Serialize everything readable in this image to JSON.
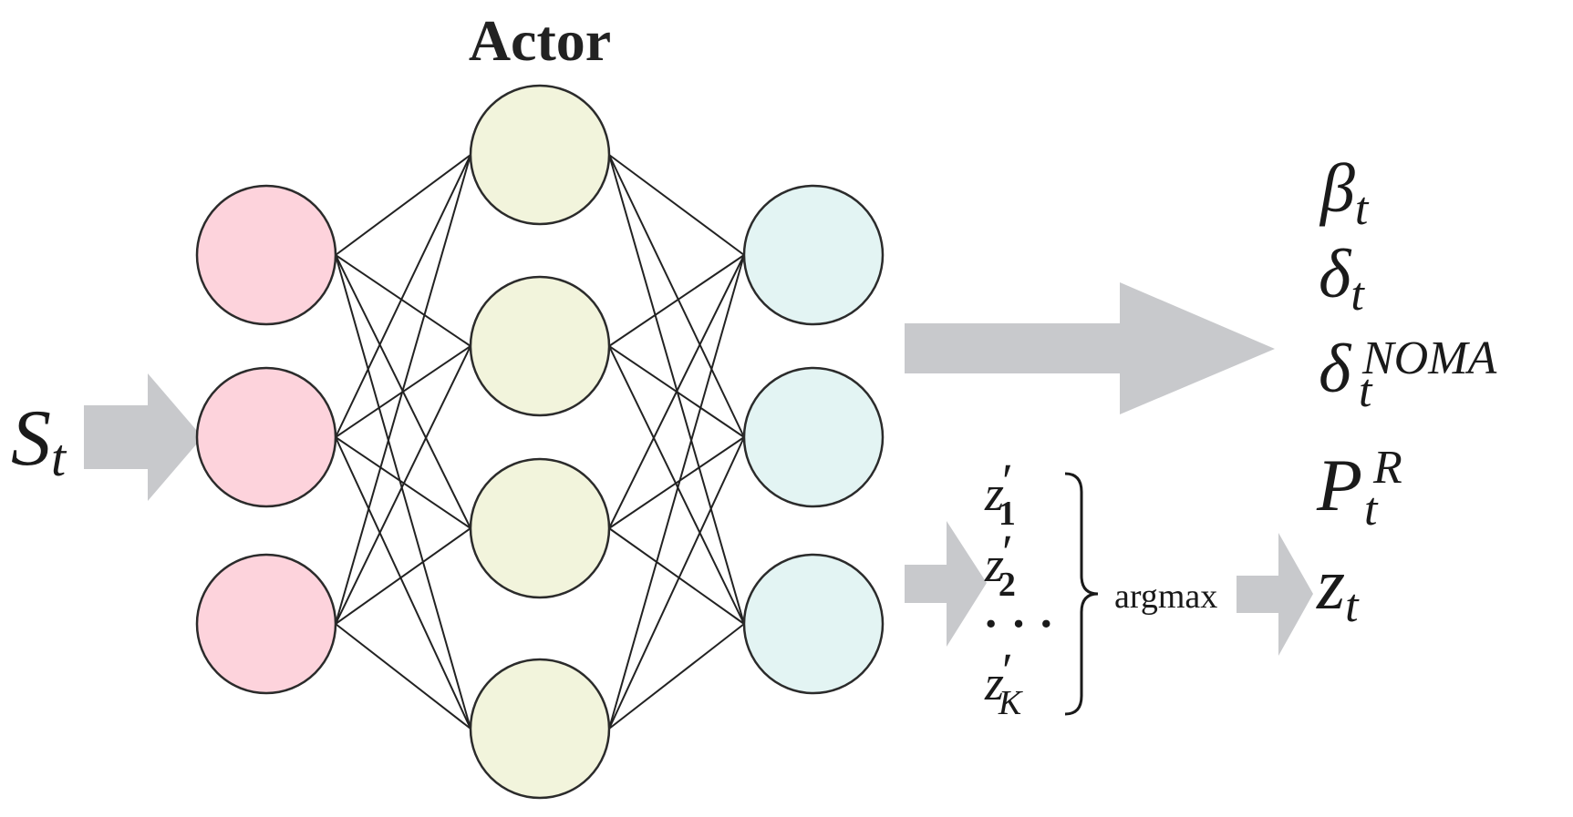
{
  "title": "Actor",
  "input_label": {
    "base": "S",
    "sub": "t"
  },
  "layers": [
    {
      "name": "input",
      "nodes": 3,
      "color": "#fdd3dc"
    },
    {
      "name": "hidden",
      "nodes": 4,
      "color": "#f2f4dc"
    },
    {
      "name": "output",
      "nodes": 3,
      "color": "#e3f4f3"
    }
  ],
  "outputs": [
    {
      "base": "β",
      "sub": "t",
      "sup": ""
    },
    {
      "base": "δ",
      "sub": "t",
      "sup": ""
    },
    {
      "base": "δ",
      "sub": "t",
      "sup": "NOMA"
    },
    {
      "base": "P",
      "sub": "t",
      "sup": "R"
    }
  ],
  "z_list": [
    {
      "base": "z",
      "prime": "′",
      "sub": "1"
    },
    {
      "base": "z",
      "prime": "′",
      "sub": "2"
    },
    {
      "base": "z",
      "prime": "′",
      "sub": "K"
    }
  ],
  "ellipsis": "· · ·",
  "argmax_label": "argmax",
  "final_output": {
    "base": "z",
    "sub": "t"
  },
  "arrow_color": "#c8c9cc"
}
